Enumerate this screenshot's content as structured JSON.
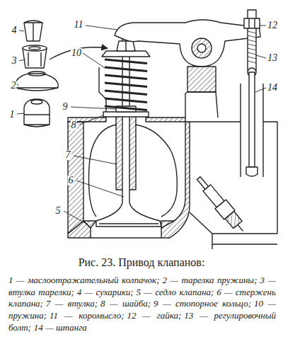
{
  "diagram": {
    "caption": "Рис. 23. Привод клапанов:",
    "labels": [
      "1",
      "2",
      "3",
      "4",
      "5",
      "6",
      "7",
      "8",
      "9",
      "10",
      "11",
      "12",
      "13",
      "14",
      "1 — маслоотражательный колпачок;",
      "2 — тарелка пружины;",
      "3 — втулка тарелки;",
      "4 — сухарики;",
      "5 — седло клапана;",
      "6 — стержень клапана;",
      "7 — втулка;",
      "8 — шайба;",
      "9 — стопорное кольцо;",
      "10 — пружина;",
      "11 — коромысло;",
      "12 — гайка;",
      "13 — регулировочный болт;",
      "14 — штанга"
    ]
  }
}
